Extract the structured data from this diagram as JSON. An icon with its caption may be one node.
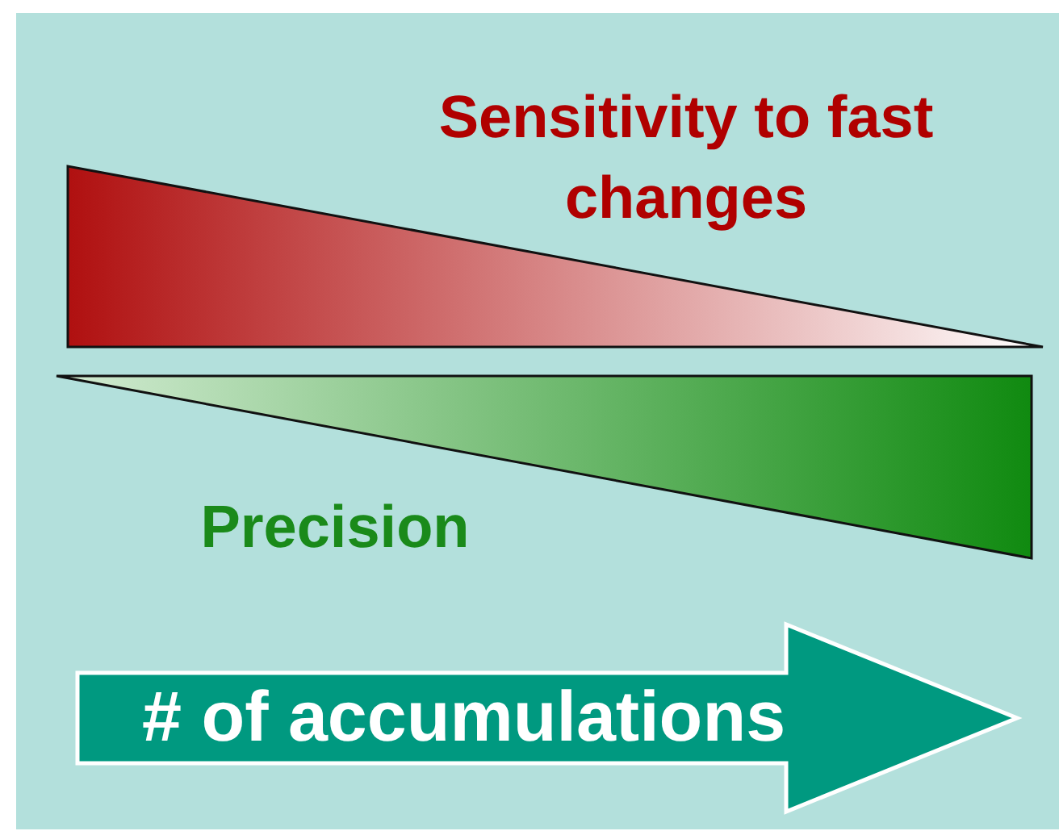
{
  "diagram": {
    "nodes": [
      {
        "text": [],
        "shape": "triangle",
        "beside": [
          "Sensitivity to fast changes"
        ]
      },
      {
        "text": [],
        "shape": "triangle",
        "beside": [
          "Precision"
        ]
      },
      {
        "text": [
          "# of accumulations"
        ]
      }
    ],
    "edges": []
  }
}
